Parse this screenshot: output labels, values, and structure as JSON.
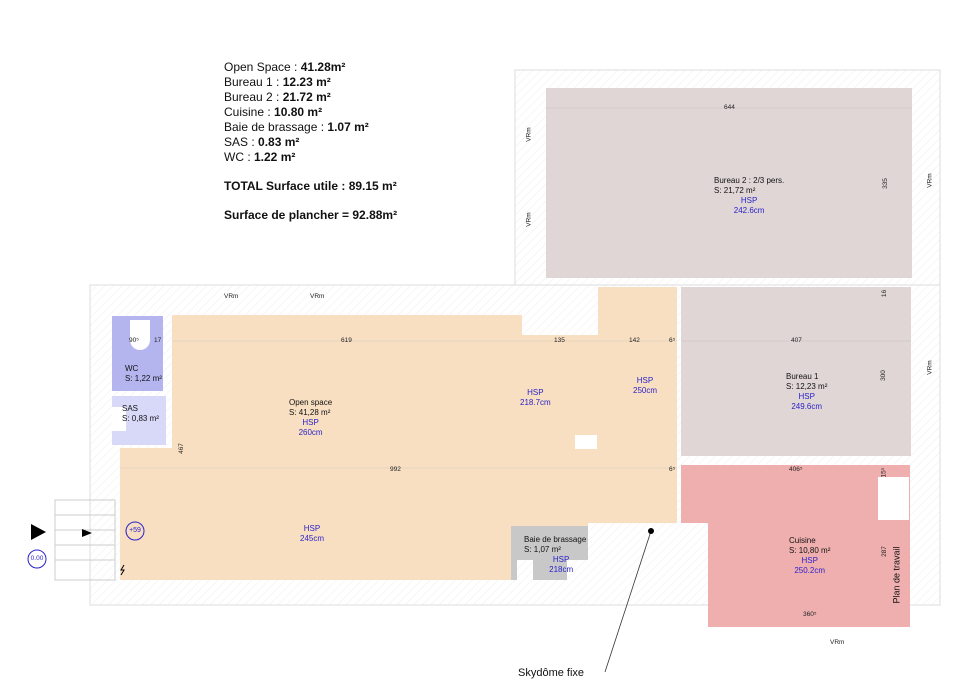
{
  "summary": {
    "lines": [
      {
        "label": "Open Space : ",
        "value": "41.28m²"
      },
      {
        "label": "Bureau 1 : ",
        "value": "12.23 m²"
      },
      {
        "label": "Bureau 2 : ",
        "value": "21.72 m²"
      },
      {
        "label": "Cuisine : ",
        "value": "10.80 m²"
      },
      {
        "label": "Baie de brassage : ",
        "value": "1.07 m²"
      },
      {
        "label": "SAS : ",
        "value": "0.83 m²"
      },
      {
        "label": "WC : ",
        "value": "1.22 m²"
      }
    ],
    "total": "TOTAL Surface utile : 89.15 m²",
    "plancher": "Surface de plancher = 92.88m²"
  },
  "rooms": {
    "bureau2": {
      "name": "Bureau 2 : 2/3 pers.",
      "area": "S: 21,72 m²",
      "hsp": "HSP",
      "height": "242.6cm",
      "color": "#e0d6d6"
    },
    "bureau1": {
      "name": "Bureau 1",
      "area": "S: 12,23 m²",
      "hsp": "HSP",
      "height": "249.6cm",
      "color": "#e0d6d6"
    },
    "cuisine": {
      "name": "Cuisine",
      "area": "S: 10,80 m²",
      "hsp": "HSP",
      "height": "250.2cm",
      "color": "#f0afaf"
    },
    "open": {
      "name": "Open space",
      "area": "S: 41,28 m²",
      "hsp": "HSP",
      "height": "260cm",
      "color": "#f8dfc2"
    },
    "open2": {
      "hsp": "HSP",
      "height": "245cm"
    },
    "open3": {
      "hsp": "HSP",
      "height": "218.7cm"
    },
    "open4": {
      "hsp": "HSP",
      "height": "250cm"
    },
    "wc": {
      "name": "WC",
      "area": "S: 1,22 m²",
      "color": "#b4b4ee"
    },
    "sas": {
      "name": "SAS",
      "area": "S: 0,83 m²",
      "color": "#d8d8f8"
    },
    "baie": {
      "name": "Baie de brassage",
      "area": "S: 1,07 m²",
      "hsp": "HSP",
      "height": "218cm",
      "color": "#c8c8c8"
    }
  },
  "dims": {
    "d644": "644",
    "d335": "335",
    "d16": "16",
    "d619": "619",
    "d135": "135",
    "d142": "142",
    "d6a": "6⁵",
    "d407": "407",
    "d300": "300",
    "d90": "90⁵",
    "d17": "17",
    "d467": "467",
    "d992": "992",
    "d6b": "6⁵",
    "d406": "406⁵",
    "d15": "15⁵",
    "d287": "287",
    "d360": "360⁵"
  },
  "vrm": "VRm",
  "plan_travail": "Plan de travail",
  "level0": "0.00",
  "level59": "+59",
  "skydome": "Skydôme fixe"
}
